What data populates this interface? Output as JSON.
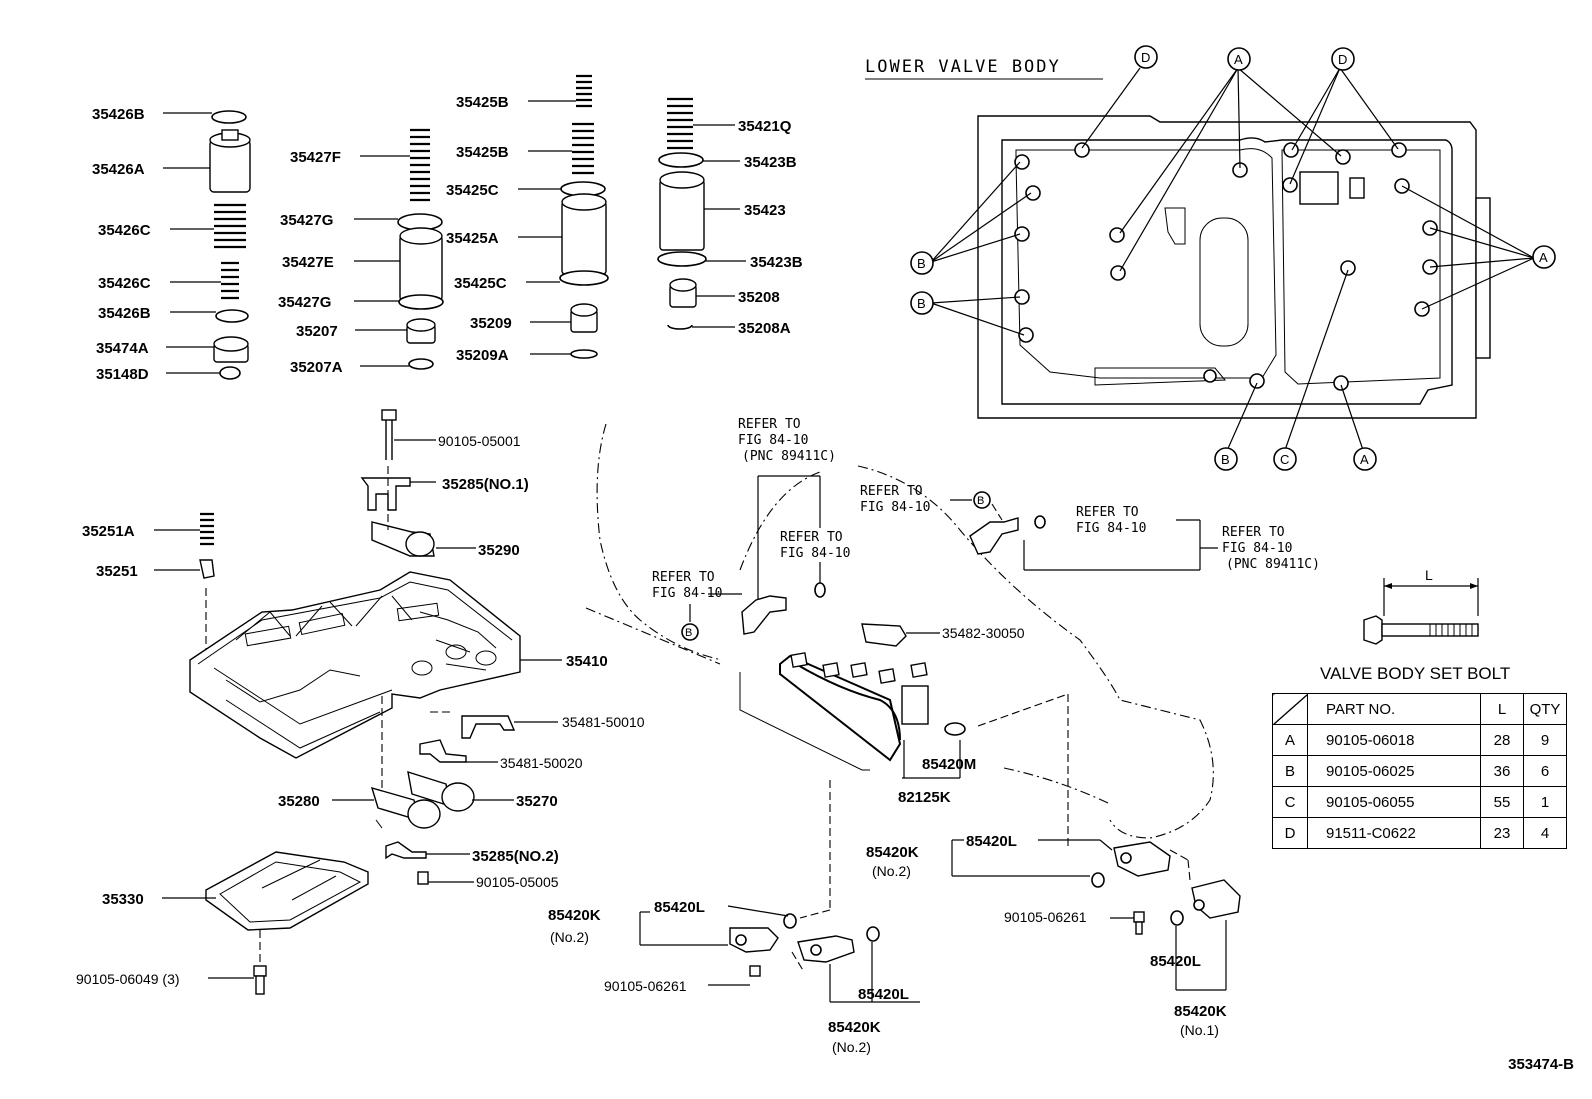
{
  "section_title": "LOWER VALVE BODY",
  "drawing_code": "353474-B",
  "labels": {
    "p35426B_top": "35426B",
    "p35426A": "35426A",
    "p35426C_1": "35426C",
    "p35426C_2": "35426C",
    "p35426B_bot": "35426B",
    "p35474A": "35474A",
    "p35148D": "35148D",
    "p35427F": "35427F",
    "p35427G_1": "35427G",
    "p35427E": "35427E",
    "p35427G_2": "35427G",
    "p35207": "35207",
    "p35207A": "35207A",
    "p35425B_1": "35425B",
    "p35425B_2": "35425B",
    "p35425C_1": "35425C",
    "p35425A": "35425A",
    "p35425C_2": "35425C",
    "p35209": "35209",
    "p35209A": "35209A",
    "p35421Q": "35421Q",
    "p35423B_1": "35423B",
    "p35423": "35423",
    "p35423B_2": "35423B",
    "p35208": "35208",
    "p35208A": "35208A",
    "p90105_05001": "90105-05001",
    "p35285_no1": "35285(NO.1)",
    "p35290": "35290",
    "p35251A": "35251A",
    "p35251": "35251",
    "p35410": "35410",
    "p35481_50010": "35481-50010",
    "p35481_50020": "35481-50020",
    "p35280": "35280",
    "p35270": "35270",
    "p35285_no2": "35285(NO.2)",
    "p90105_05005": "90105-05005",
    "p35330": "35330",
    "p90105_06049": "90105-06049 (3)",
    "p35482_30050": "35482-30050",
    "p85420M": "85420M",
    "p82125K": "82125K",
    "p85420K_a": "85420K",
    "p85420L_a": "85420L",
    "p90105_06261_a": "90105-06261",
    "p85420L_b": "85420L",
    "p85420K_b": "85420K",
    "p85420K_c": "85420K",
    "p85420L_c": "85420L",
    "p90105_06261_b": "90105-06261",
    "p85420L_d": "85420L",
    "p85420K_d": "85420K",
    "no2_a": "(No.2)",
    "no2_b": "(No.2)",
    "no2_c": "(No.2)",
    "no1_d": "(No.1)",
    "bolt_dim": "L"
  },
  "references": {
    "ref1_l1": "REFER TO",
    "ref1_l2": "FIG 84-10",
    "ref1_l3": "(PNC 89411C)",
    "ref2_l1": "REFER TO",
    "ref2_l2": "FIG 84-10",
    "ref3_l1": "REFER TO",
    "ref3_l2": "FIG 84-10",
    "ref4_l1": "REFER TO",
    "ref4_l2": "FIG 84-10",
    "ref5_l1": "REFER TO",
    "ref5_l2": "FIG 84-10",
    "ref6_l1": "REFER TO",
    "ref6_l2": "FIG 84-10",
    "ref6_l3": "(PNC 89411C)"
  },
  "callouts": {
    "d1": "D",
    "a1": "A",
    "d2": "D",
    "b1": "B",
    "b2": "B",
    "a2": "A",
    "b3": "B",
    "c1": "C",
    "a3": "A",
    "ref_b1": "B",
    "ref_b2": "B"
  },
  "bolt_table": {
    "title": "VALVE BODY SET BOLT",
    "headers": [
      "",
      "PART NO.",
      "L",
      "QTY"
    ],
    "rows": [
      [
        "A",
        "90105-06018",
        "28",
        "9"
      ],
      [
        "B",
        "90105-06025",
        "36",
        "6"
      ],
      [
        "C",
        "90105-06055",
        "55",
        "1"
      ],
      [
        "D",
        "91511-C0622",
        "23",
        "4"
      ]
    ]
  }
}
